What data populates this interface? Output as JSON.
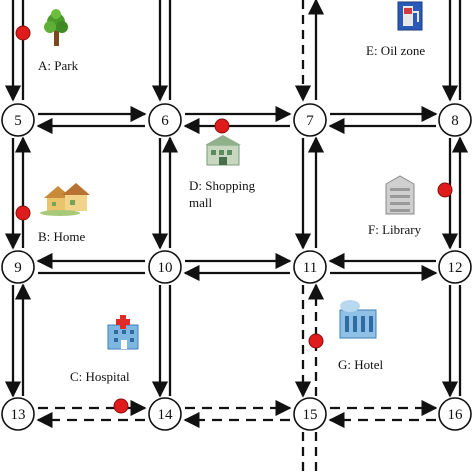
{
  "nodes": [
    {
      "id": "5",
      "label": "5"
    },
    {
      "id": "6",
      "label": "6"
    },
    {
      "id": "7",
      "label": "7"
    },
    {
      "id": "8",
      "label": "8"
    },
    {
      "id": "9",
      "label": "9"
    },
    {
      "id": "10",
      "label": "10"
    },
    {
      "id": "11",
      "label": "11"
    },
    {
      "id": "12",
      "label": "12"
    },
    {
      "id": "13",
      "label": "13"
    },
    {
      "id": "14",
      "label": "14"
    },
    {
      "id": "15",
      "label": "15"
    },
    {
      "id": "16",
      "label": "16"
    }
  ],
  "places": {
    "park": "A: Park",
    "home": "B: Home",
    "hospital": "C: Hospital",
    "shopping_line1": "D: Shopping",
    "shopping_line2": "mall",
    "oil": "E: Oil zone",
    "library": "F: Library",
    "hotel": "G: Hotel"
  },
  "colors": {
    "road": "#111111",
    "marker": "#e01b1b",
    "node_fill": "#ffffff"
  },
  "icons": [
    "tree-icon",
    "houses-icon",
    "hospital-icon",
    "shopping-mall-icon",
    "fuel-pump-icon",
    "library-building-icon",
    "hotel-icon"
  ]
}
